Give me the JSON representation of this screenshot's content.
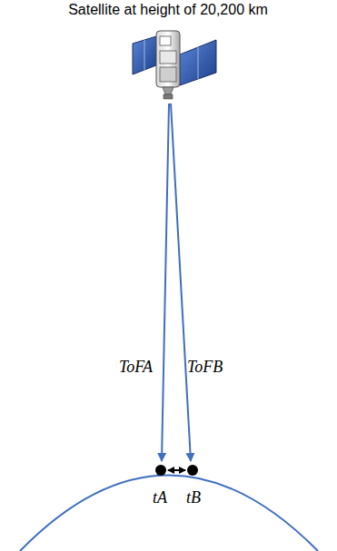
{
  "diagram": {
    "title": "Satellite at height of 20,200 km",
    "labels": [
      "ToFA",
      "ToFB",
      "tA",
      "tB"
    ]
  }
}
